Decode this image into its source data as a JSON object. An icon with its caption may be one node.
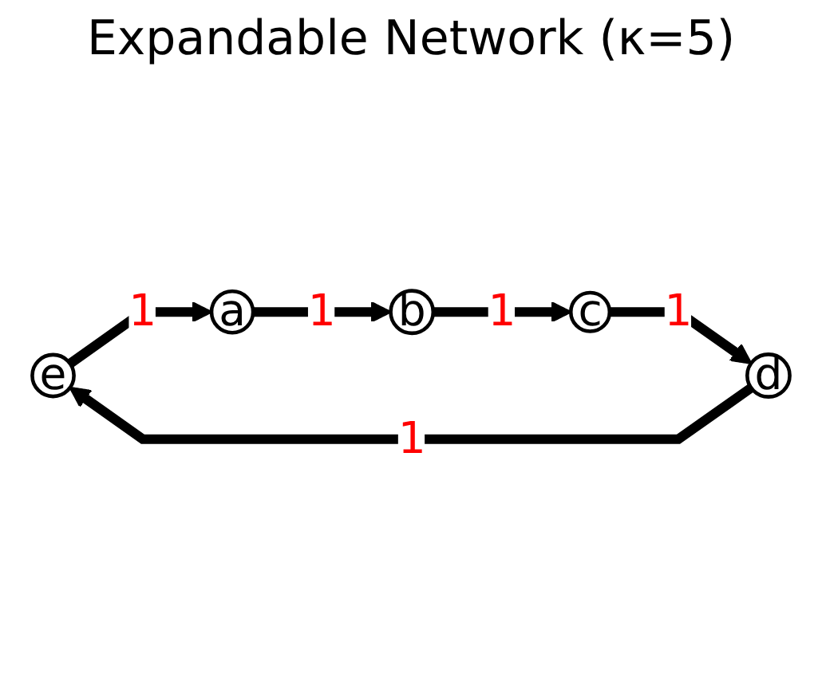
{
  "diagram": {
    "title": "Expandable Network (κ=5)",
    "nodes": [
      {
        "text": [
          "e"
        ]
      },
      {
        "text": [
          "d"
        ]
      },
      {
        "text": [
          "c"
        ]
      },
      {
        "text": [
          "a"
        ]
      },
      {
        "text": [
          "b"
        ]
      }
    ],
    "edges": [
      {
        "from": 0,
        "to": 3,
        "arrow": "to",
        "label": "1"
      },
      {
        "from": 3,
        "to": 4,
        "arrow": "to",
        "label": "1"
      },
      {
        "from": 4,
        "to": 2,
        "arrow": "to",
        "label": "1"
      },
      {
        "from": 2,
        "to": 1,
        "arrow": "to",
        "label": "1"
      },
      {
        "from": 1,
        "to": 0,
        "arrow": "to",
        "label": "1"
      }
    ]
  }
}
